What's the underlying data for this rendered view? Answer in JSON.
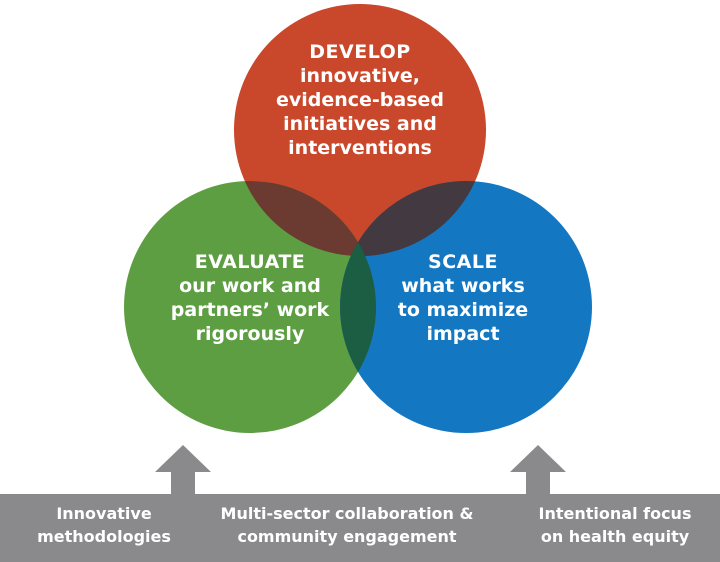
{
  "colors": {
    "develop": "#c9472a",
    "evaluate": "#5e9e43",
    "scale": "#1377c2",
    "overlap_develop_evaluate": "#6b3a30",
    "overlap_develop_scale": "#433940",
    "overlap_evaluate_scale": "#1c5e44",
    "bar": "#8a8a8d",
    "text": "#ffffff"
  },
  "develop": {
    "heading": "DEVELOP",
    "lines": [
      "innovative,",
      "evidence-based",
      "initiatives and",
      "interventions"
    ]
  },
  "evaluate": {
    "heading": "EVALUATE",
    "lines": [
      "our work and",
      "partners’ work",
      "rigorously"
    ]
  },
  "scale": {
    "heading": "SCALE",
    "lines": [
      "what works",
      "to maximize",
      "impact"
    ]
  },
  "foundation": {
    "innovative": [
      "Innovative",
      "methodologies"
    ],
    "multisector": [
      "Multi-sector collaboration &",
      "community engagement"
    ],
    "equity": [
      "Intentional focus",
      "on health equity"
    ]
  },
  "icons": {
    "left_arrow": "up-arrow-icon",
    "right_arrow": "up-arrow-icon"
  }
}
